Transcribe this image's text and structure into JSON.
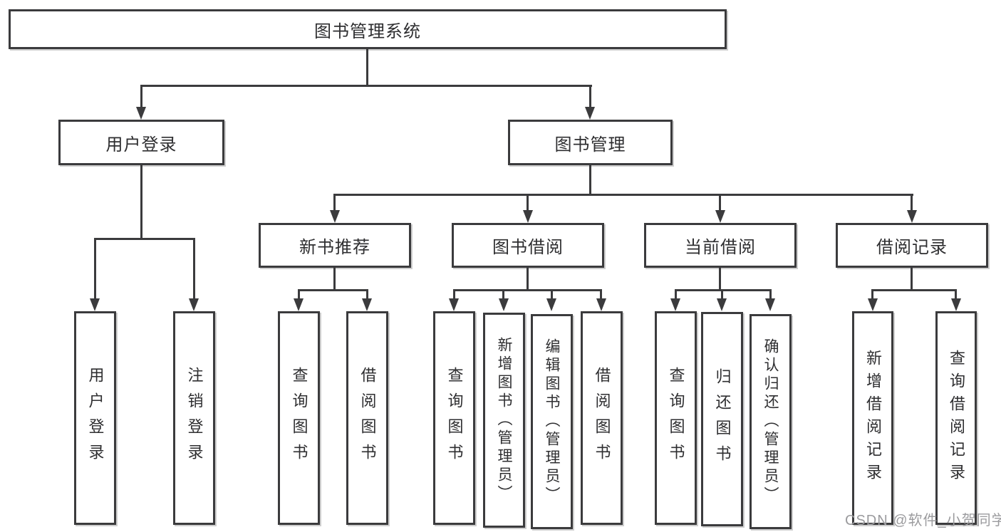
{
  "tree": {
    "root": {
      "label": "图书管理系统"
    },
    "branches": [
      {
        "label": "用户登录",
        "leaves": [
          {
            "label": "用户登录"
          },
          {
            "label": "注销登录"
          }
        ]
      },
      {
        "label": "图书管理",
        "groups": [
          {
            "label": "新书推荐",
            "leaves": [
              {
                "label": "查询图书"
              },
              {
                "label": "借阅图书"
              }
            ]
          },
          {
            "label": "图书借阅",
            "leaves": [
              {
                "label": "查询图书"
              },
              {
                "label": "新增图书（管理员）"
              },
              {
                "label": "编辑图书（管理员）"
              },
              {
                "label": "借阅图书"
              }
            ]
          },
          {
            "label": "当前借阅",
            "leaves": [
              {
                "label": "查询图书"
              },
              {
                "label": "归还图书"
              },
              {
                "label": "确认归还（管理员）"
              }
            ]
          },
          {
            "label": "借阅记录",
            "leaves": [
              {
                "label": "新增借阅记录"
              },
              {
                "label": "查询借阅记录"
              }
            ]
          }
        ]
      }
    ]
  },
  "watermark": {
    "text": "CSDN @软件_小贺同学"
  },
  "colors": {
    "line": "#3b3b3d",
    "box_border": "#3b3b3d",
    "box_bg": "#ffffff",
    "text": "#2e2e30",
    "canvas_bg": "#ffffff",
    "watermark": "#9b9b9e"
  }
}
